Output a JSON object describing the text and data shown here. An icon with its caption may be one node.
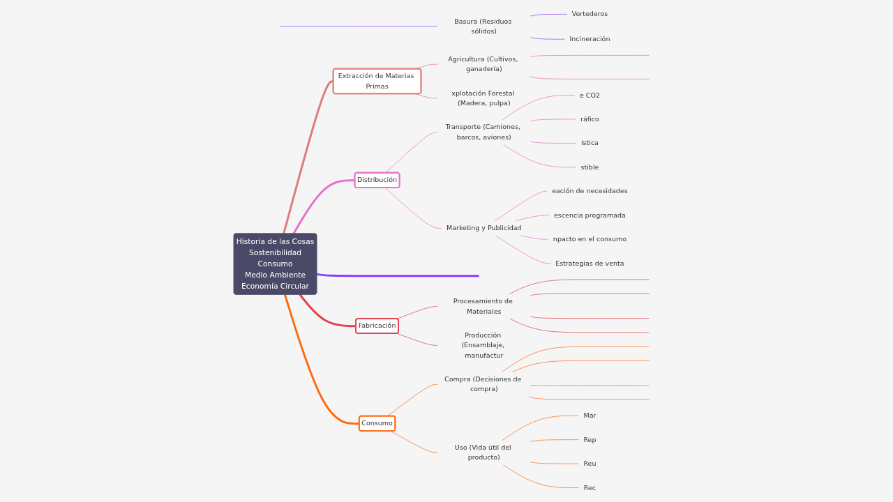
{
  "diagram": {
    "nodes": [
      {
        "text": [
          "Historia de las Cosas",
          "Sostenibilidad",
          "Consumo",
          "Medio Ambiente",
          "Economía Circular"
        ]
      },
      {
        "text": [
          "Extracción de Materias Primas"
        ]
      },
      {
        "text": [
          "Agricultura (Cultivos, ganadería)"
        ]
      },
      {
        "text": [
          "xplotación Forestal (Madera, pulpa)"
        ]
      },
      {
        "text": [
          "Distribución"
        ]
      },
      {
        "text": [
          "Transporte (Camiones, barcos, aviones)"
        ]
      },
      {
        "text": [
          "e CO2"
        ]
      },
      {
        "text": [
          "ráfico"
        ]
      },
      {
        "text": [
          "ística"
        ]
      },
      {
        "text": [
          "stible"
        ]
      },
      {
        "text": [
          "Marketing y Publicidad"
        ]
      },
      {
        "text": [
          "eación de necesidades"
        ]
      },
      {
        "text": [
          "escencia programada"
        ]
      },
      {
        "text": [
          "npacto en el consumo"
        ]
      },
      {
        "text": [
          "Estrategias de venta"
        ]
      },
      {
        "text": [
          "Basura (Residuos sólidos)"
        ]
      },
      {
        "text": [
          "Vertederos"
        ]
      },
      {
        "text": [
          "Incineración"
        ]
      },
      {
        "text": [
          "Fabricación"
        ]
      },
      {
        "text": [
          "Procesamiento de Materiales"
        ]
      },
      {
        "text": [
          "Producción (Ensamblaje, manufactur"
        ]
      },
      {
        "text": [
          "Consumo"
        ]
      },
      {
        "text": [
          "Compra (Decisiones de compra)"
        ]
      },
      {
        "text": [
          "Uso (Vida útil del producto)"
        ]
      },
      {
        "text": [
          "Mar"
        ]
      },
      {
        "text": [
          "Rep"
        ]
      },
      {
        "text": [
          "Reu"
        ]
      },
      {
        "text": [
          "Rec"
        ]
      }
    ],
    "edges": [
      {
        "from": 0,
        "to": 1,
        "arrow": "none",
        "style": "thick",
        "color": "#e07b7b"
      },
      {
        "from": 1,
        "to": 2,
        "arrow": "none",
        "color": "#e07b7b"
      },
      {
        "from": 1,
        "to": 3,
        "arrow": "none",
        "color": "#e07b7b"
      },
      {
        "from": 2,
        "to": null,
        "arrow": "none",
        "color": "#e07b7b"
      },
      {
        "from": 2,
        "to": null,
        "arrow": "none",
        "color": "#e07b7b"
      },
      {
        "from": 0,
        "to": 4,
        "arrow": "none",
        "style": "thick",
        "color": "#e86fce"
      },
      {
        "from": 4,
        "to": 5,
        "arrow": "none",
        "color": "#e86fce"
      },
      {
        "from": 5,
        "to": 6,
        "arrow": "none",
        "color": "#e86fce"
      },
      {
        "from": 5,
        "to": 7,
        "arrow": "none",
        "color": "#e86fce"
      },
      {
        "from": 5,
        "to": 8,
        "arrow": "none",
        "color": "#e86fce"
      },
      {
        "from": 5,
        "to": 9,
        "arrow": "none",
        "color": "#e86fce"
      },
      {
        "from": 4,
        "to": 10,
        "arrow": "none",
        "color": "#e86fce"
      },
      {
        "from": 10,
        "to": 11,
        "arrow": "none",
        "color": "#e86fce"
      },
      {
        "from": 10,
        "to": 12,
        "arrow": "none",
        "color": "#e86fce"
      },
      {
        "from": 10,
        "to": 13,
        "arrow": "none",
        "color": "#e86fce"
      },
      {
        "from": 10,
        "to": 14,
        "arrow": "none",
        "color": "#e86fce"
      },
      {
        "from": 0,
        "to": null,
        "arrow": "none",
        "style": "thick",
        "color": "#8a3ffc"
      },
      {
        "from": null,
        "to": 15,
        "arrow": "none",
        "color": "#8a3ffc"
      },
      {
        "from": 15,
        "to": 16,
        "arrow": "none",
        "color": "#8a3ffc"
      },
      {
        "from": 15,
        "to": 17,
        "arrow": "none",
        "color": "#8a3ffc"
      },
      {
        "from": 0,
        "to": 18,
        "arrow": "none",
        "style": "thick",
        "color": "#e0424f"
      },
      {
        "from": 18,
        "to": 19,
        "arrow": "none",
        "color": "#e0424f"
      },
      {
        "from": 18,
        "to": 20,
        "arrow": "none",
        "color": "#e0424f"
      },
      {
        "from": 19,
        "to": null,
        "arrow": "none",
        "color": "#e0424f"
      },
      {
        "from": 19,
        "to": null,
        "arrow": "none",
        "color": "#e0424f"
      },
      {
        "from": 19,
        "to": null,
        "arrow": "none",
        "color": "#e0424f"
      },
      {
        "from": 19,
        "to": null,
        "arrow": "none",
        "color": "#e0424f"
      },
      {
        "from": 0,
        "to": 21,
        "arrow": "none",
        "style": "thick",
        "color": "#ff6a13"
      },
      {
        "from": 21,
        "to": 22,
        "arrow": "none",
        "color": "#ff6a13"
      },
      {
        "from": 21,
        "to": 23,
        "arrow": "none",
        "color": "#ff6a13"
      },
      {
        "from": 22,
        "to": null,
        "arrow": "none",
        "color": "#ff6a13"
      },
      {
        "from": 22,
        "to": null,
        "arrow": "none",
        "color": "#ff6a13"
      },
      {
        "from": 22,
        "to": null,
        "arrow": "none",
        "color": "#ff6a13"
      },
      {
        "from": 22,
        "to": null,
        "arrow": "none",
        "color": "#ff6a13"
      },
      {
        "from": 23,
        "to": 24,
        "arrow": "none",
        "color": "#ff6a13"
      },
      {
        "from": 23,
        "to": 25,
        "arrow": "none",
        "color": "#ff6a13"
      },
      {
        "from": 23,
        "to": 26,
        "arrow": "none",
        "color": "#ff6a13"
      },
      {
        "from": 23,
        "to": 27,
        "arrow": "none",
        "color": "#ff6a13"
      }
    ]
  }
}
